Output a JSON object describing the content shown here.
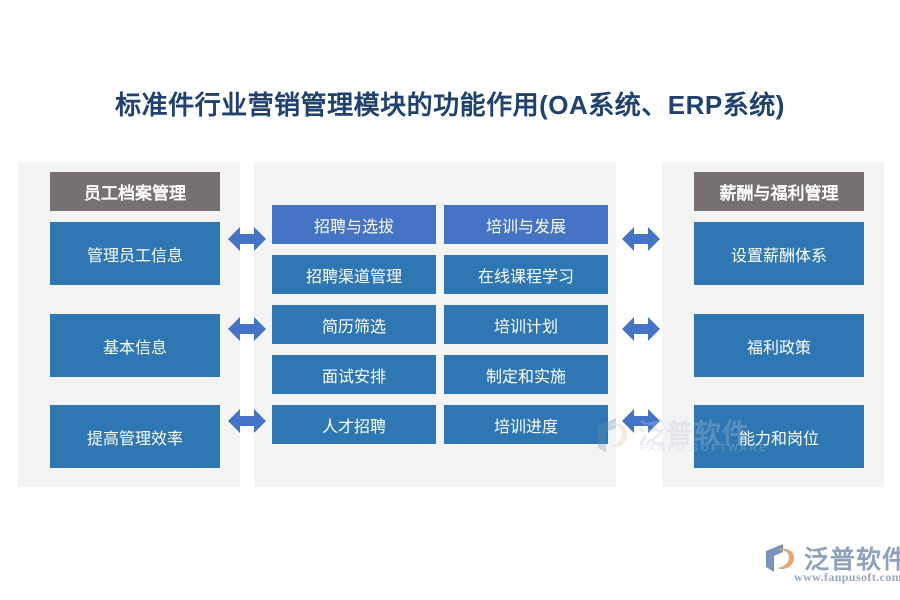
{
  "page": {
    "title": "标准件行业营销管理模块的功能作用(OA系统、ERP系统)",
    "title_color": "#21416e",
    "background": "#ffffff"
  },
  "colors": {
    "panel_bg": "#f4f4f4",
    "header_gray": "#767070",
    "box_blue": "#2e77b3",
    "box_blue_light": "#4573c6",
    "arrow_blue": "#4573c6",
    "title_navy": "#21416e"
  },
  "columns": {
    "left": {
      "header": "员工档案管理",
      "boxes": [
        {
          "label": "管理员工信息"
        },
        {
          "label": "基本信息"
        },
        {
          "label": "提高管理效率"
        }
      ]
    },
    "middle": {
      "col_a": [
        {
          "label": "招聘与选拔"
        },
        {
          "label": "招聘渠道管理"
        },
        {
          "label": "简历筛选"
        },
        {
          "label": "面试安排"
        },
        {
          "label": "人才招聘"
        }
      ],
      "col_b": [
        {
          "label": "培训与发展"
        },
        {
          "label": "在线课程学习"
        },
        {
          "label": "培训计划"
        },
        {
          "label": "制定和实施"
        },
        {
          "label": "培训进度"
        }
      ]
    },
    "right": {
      "header": "薪酬与福利管理",
      "boxes": [
        {
          "label": "设置薪酬体系"
        },
        {
          "label": "福利政策"
        },
        {
          "label": "能力和岗位"
        }
      ]
    }
  },
  "connectors": {
    "icon": "double-headed-arrow-icon",
    "left_count": 3,
    "right_count": 3
  },
  "watermark": {
    "text": "泛普软件",
    "subtext": "FANPU SOFTWARE"
  },
  "brand": {
    "name": "泛普软件",
    "url": "www.fanpusoft.com"
  }
}
